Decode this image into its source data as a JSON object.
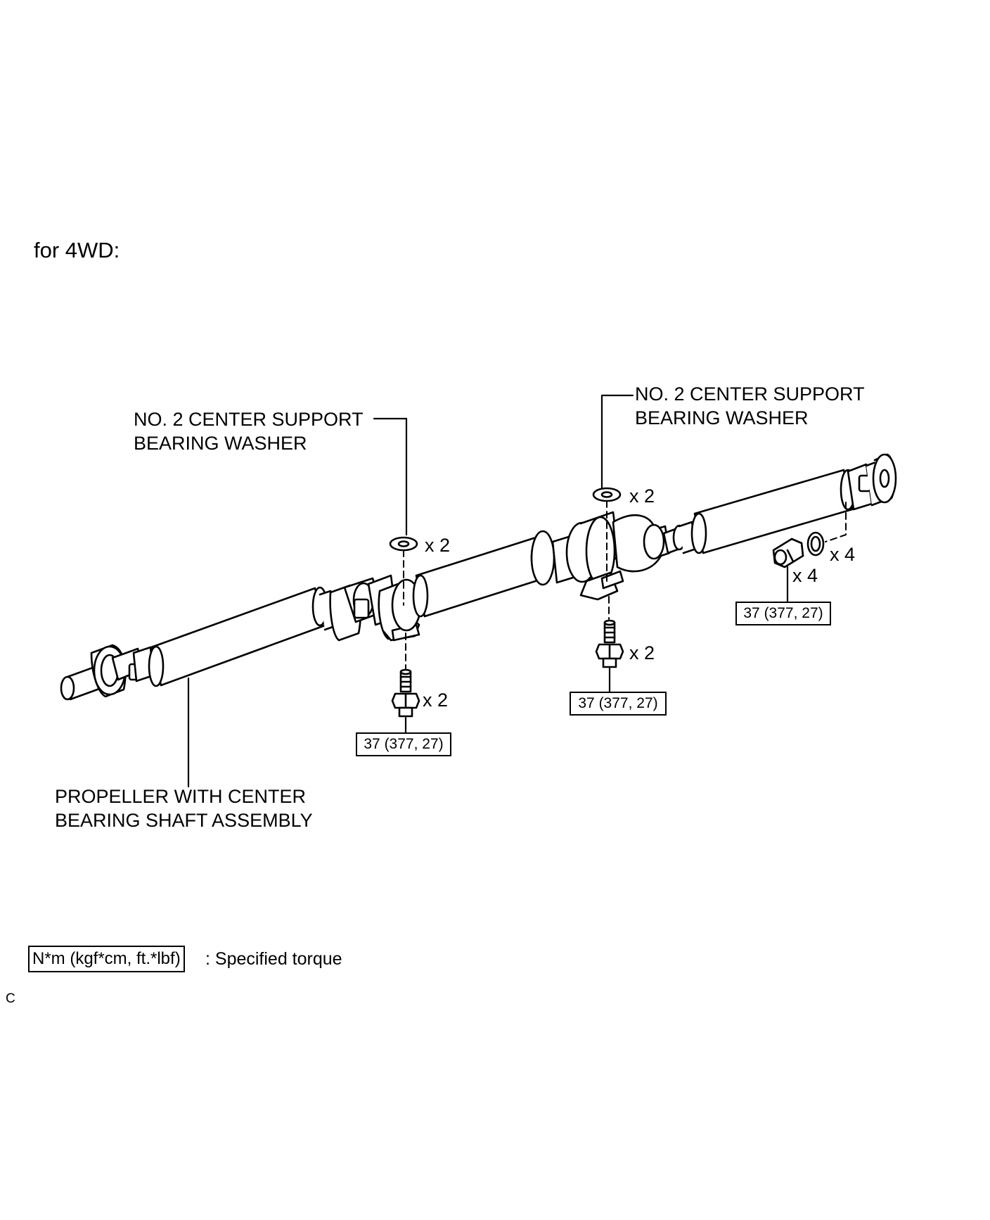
{
  "heading": "for 4WD:",
  "labels": {
    "washer_left": {
      "line1": "NO. 2 CENTER SUPPORT",
      "line2": "BEARING WASHER"
    },
    "washer_right": {
      "line1": "NO. 2 CENTER SUPPORT",
      "line2": "BEARING WASHER"
    },
    "propeller": {
      "line1": "PROPELLER WITH CENTER",
      "line2": "BEARING SHAFT ASSEMBLY"
    }
  },
  "quantities": {
    "washer_left": "x 2",
    "washer_right": "x 2",
    "bolt_left": "x 2",
    "bolt_right": "x 2",
    "nut_rear": "x 4",
    "washer_rear": "x 4"
  },
  "torque": {
    "left": "37 (377, 27)",
    "middle": "37 (377, 27)",
    "right": "37 (377, 27)"
  },
  "legend": {
    "box": "N*m (kgf*cm, ft.*lbf)",
    "text": ": Specified torque"
  },
  "corner_mark": "C"
}
